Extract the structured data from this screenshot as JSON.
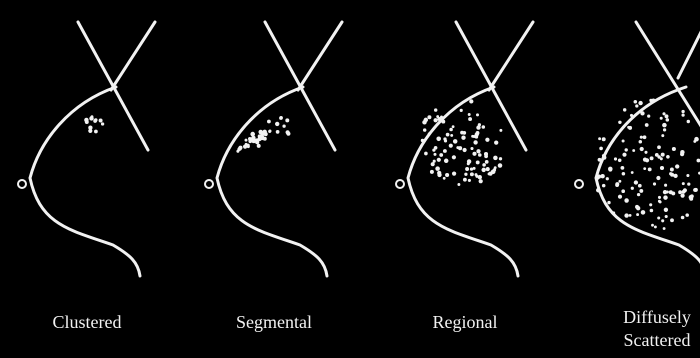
{
  "figure": {
    "background": "#000000",
    "line_color": "#f2f2f2",
    "panels": [
      {
        "label": "Clustered",
        "distribution": "clustered"
      },
      {
        "label": "Segmental",
        "distribution": "segmental"
      },
      {
        "label": "Regional",
        "distribution": "regional"
      },
      {
        "label": "Diffusely",
        "label_line2": "Scattered",
        "distribution": "diffuse"
      }
    ]
  }
}
